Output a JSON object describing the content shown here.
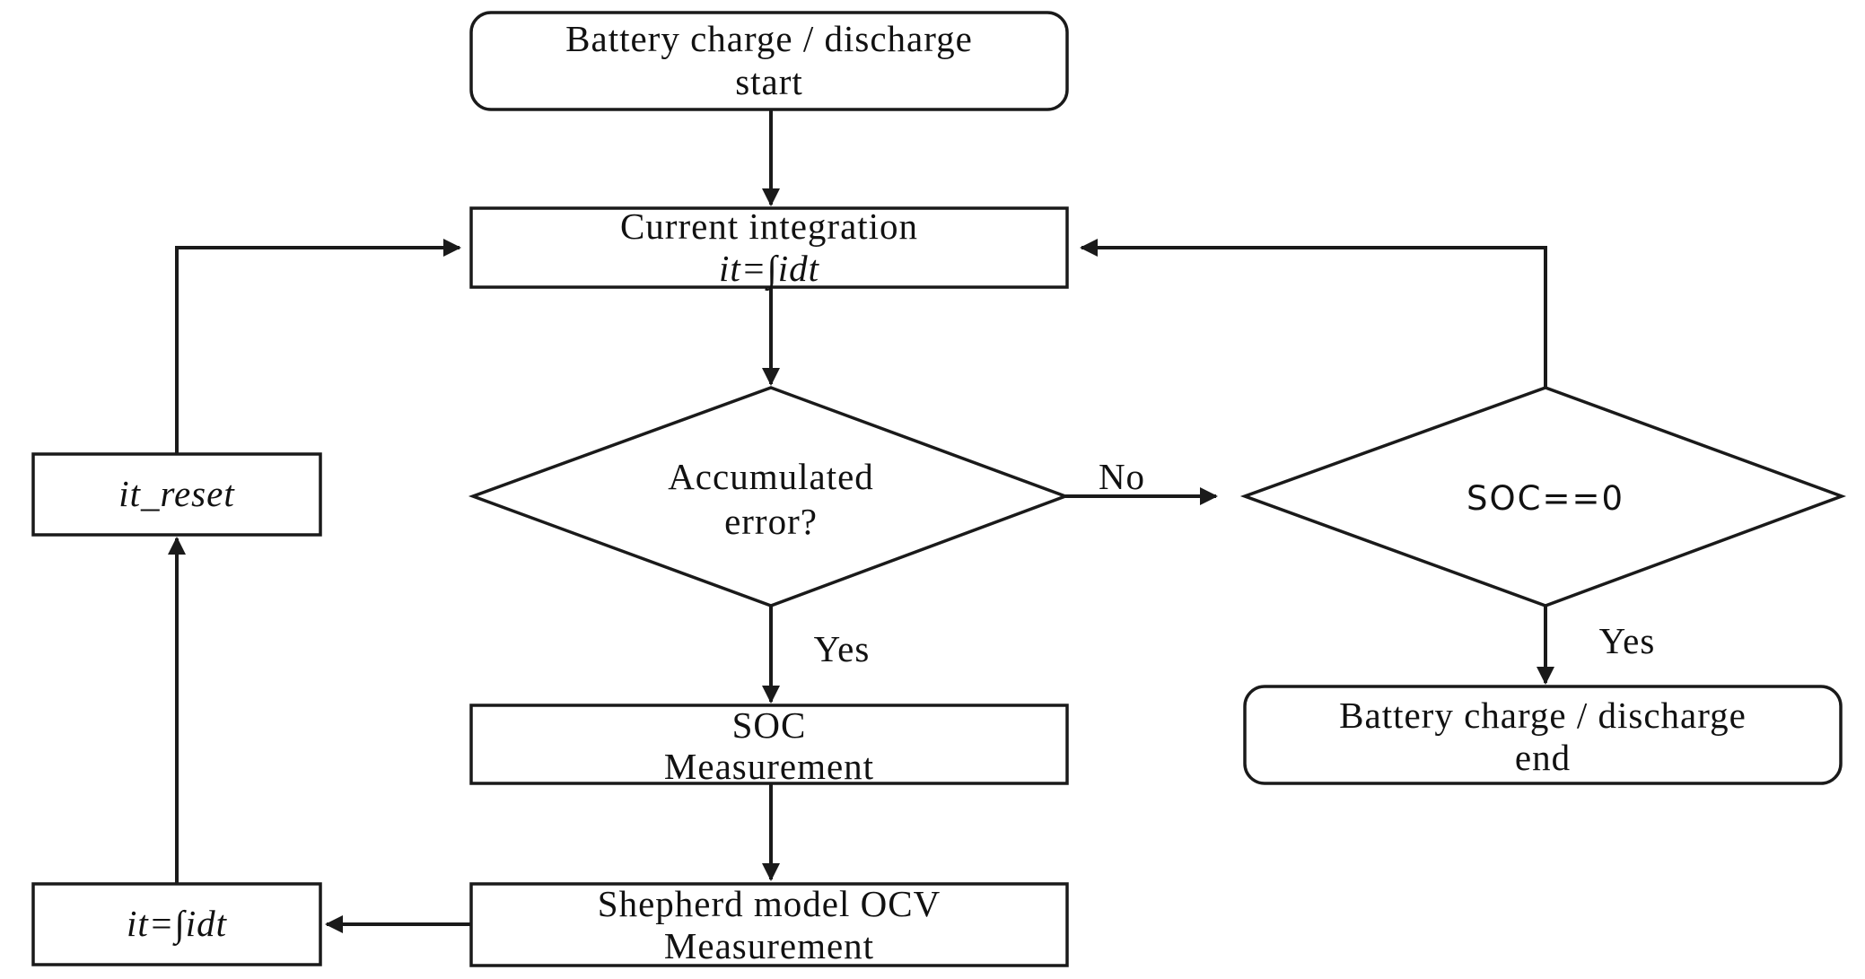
{
  "nodes": {
    "start": {
      "line1": "Battery charge / discharge",
      "line2": "start"
    },
    "current_integration": {
      "line1": "Current integration",
      "line2": "it=∫idt"
    },
    "accumulated_error": {
      "line1": "Accumulated",
      "line2": "error?"
    },
    "soc_check": {
      "label": "SOC==0"
    },
    "soc_measurement": {
      "line1": "SOC",
      "line2": "Measurement"
    },
    "shepherd": {
      "line1": "Shepherd model OCV",
      "line2": "Measurement"
    },
    "it_integral": {
      "label": "it=∫idt"
    },
    "it_reset": {
      "label": "it_reset"
    },
    "end": {
      "line1": "Battery charge / discharge",
      "line2": "end"
    }
  },
  "edge_labels": {
    "no": "No",
    "yes_error": "Yes",
    "yes_soc": "Yes"
  }
}
